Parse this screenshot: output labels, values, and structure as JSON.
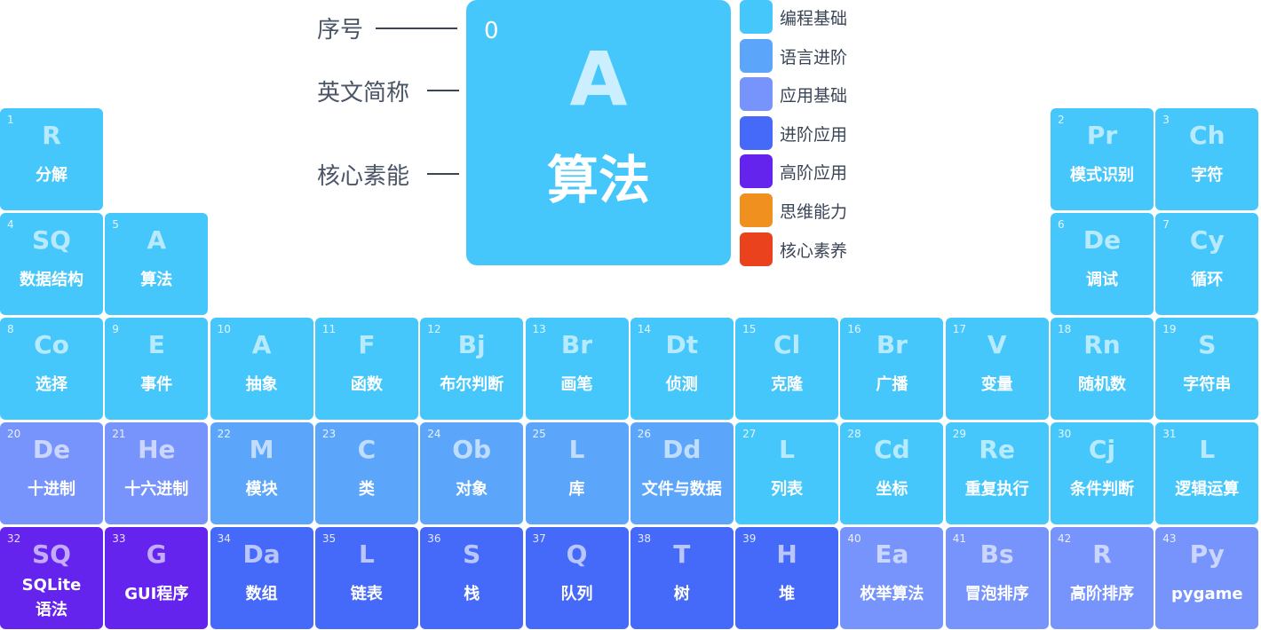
{
  "colors": {
    "c1": "#45c7fb",
    "c2": "#5ba6fb",
    "c3": "#7694fb",
    "c4": "#4569f8",
    "c5": "#6524ee",
    "c6": "#f0901f",
    "c7": "#ea421d"
  },
  "key": {
    "number_label": "序号",
    "symbol_label": "英文简称",
    "name_label": "核心素能",
    "number": "0",
    "symbol": "A",
    "name": "算法"
  },
  "legend": [
    {
      "label": "编程基础",
      "color": "c1"
    },
    {
      "label": "语言进阶",
      "color": "c2"
    },
    {
      "label": "应用基础",
      "color": "c3"
    },
    {
      "label": "进阶应用",
      "color": "c4"
    },
    {
      "label": "高阶应用",
      "color": "c5"
    },
    {
      "label": "思维能力",
      "color": "c6"
    },
    {
      "label": "核心素养",
      "color": "c7"
    }
  ],
  "elements": [
    {
      "n": "1",
      "s": "R",
      "name": "分解",
      "row": 0,
      "col": 0,
      "color": "c1"
    },
    {
      "n": "2",
      "s": "Pr",
      "name": "模式识别",
      "row": 0,
      "col": 10,
      "color": "c1"
    },
    {
      "n": "3",
      "s": "Ch",
      "name": "字符",
      "row": 0,
      "col": 11,
      "color": "c1"
    },
    {
      "n": "4",
      "s": "SQ",
      "name": "数据结构",
      "row": 1,
      "col": 0,
      "color": "c1"
    },
    {
      "n": "5",
      "s": "A",
      "name": "算法",
      "row": 1,
      "col": 1,
      "color": "c1"
    },
    {
      "n": "6",
      "s": "De",
      "name": "调试",
      "row": 1,
      "col": 10,
      "color": "c1"
    },
    {
      "n": "7",
      "s": "Cy",
      "name": "循环",
      "row": 1,
      "col": 11,
      "color": "c1"
    },
    {
      "n": "8",
      "s": "Co",
      "name": "选择",
      "row": 2,
      "col": 0,
      "color": "c1"
    },
    {
      "n": "9",
      "s": "E",
      "name": "事件",
      "row": 2,
      "col": 1,
      "color": "c1"
    },
    {
      "n": "10",
      "s": "A",
      "name": "抽象",
      "row": 2,
      "col": 2,
      "color": "c1"
    },
    {
      "n": "11",
      "s": "F",
      "name": "函数",
      "row": 2,
      "col": 3,
      "color": "c1"
    },
    {
      "n": "12",
      "s": "Bj",
      "name": "布尔判断",
      "row": 2,
      "col": 4,
      "color": "c1"
    },
    {
      "n": "13",
      "s": "Br",
      "name": "画笔",
      "row": 2,
      "col": 5,
      "color": "c1"
    },
    {
      "n": "14",
      "s": "Dt",
      "name": "侦测",
      "row": 2,
      "col": 6,
      "color": "c1"
    },
    {
      "n": "15",
      "s": "Cl",
      "name": "克隆",
      "row": 2,
      "col": 7,
      "color": "c1"
    },
    {
      "n": "16",
      "s": "Br",
      "name": "广播",
      "row": 2,
      "col": 8,
      "color": "c1"
    },
    {
      "n": "17",
      "s": "V",
      "name": "变量",
      "row": 2,
      "col": 9,
      "color": "c1"
    },
    {
      "n": "18",
      "s": "Rn",
      "name": "随机数",
      "row": 2,
      "col": 10,
      "color": "c1"
    },
    {
      "n": "19",
      "s": "S",
      "name": "字符串",
      "row": 2,
      "col": 11,
      "color": "c1"
    },
    {
      "n": "20",
      "s": "De",
      "name": "十进制",
      "row": 3,
      "col": 0,
      "color": "c3"
    },
    {
      "n": "21",
      "s": "He",
      "name": "十六进制",
      "row": 3,
      "col": 1,
      "color": "c3"
    },
    {
      "n": "22",
      "s": "M",
      "name": "模块",
      "row": 3,
      "col": 2,
      "color": "c2"
    },
    {
      "n": "23",
      "s": "C",
      "name": "类",
      "row": 3,
      "col": 3,
      "color": "c2"
    },
    {
      "n": "24",
      "s": "Ob",
      "name": "对象",
      "row": 3,
      "col": 4,
      "color": "c2"
    },
    {
      "n": "25",
      "s": "L",
      "name": "库",
      "row": 3,
      "col": 5,
      "color": "c2"
    },
    {
      "n": "26",
      "s": "Dd",
      "name": "文件与数据",
      "row": 3,
      "col": 6,
      "color": "c2"
    },
    {
      "n": "27",
      "s": "L",
      "name": "列表",
      "row": 3,
      "col": 7,
      "color": "c1"
    },
    {
      "n": "28",
      "s": "Cd",
      "name": "坐标",
      "row": 3,
      "col": 8,
      "color": "c1"
    },
    {
      "n": "29",
      "s": "Re",
      "name": "重复执行",
      "row": 3,
      "col": 9,
      "color": "c1"
    },
    {
      "n": "30",
      "s": "Cj",
      "name": "条件判断",
      "row": 3,
      "col": 10,
      "color": "c1"
    },
    {
      "n": "31",
      "s": "L",
      "name": "逻辑运算",
      "row": 3,
      "col": 11,
      "color": "c1"
    },
    {
      "n": "32",
      "s": "SQ",
      "name": "SQLite\n语法",
      "row": 4,
      "col": 0,
      "color": "c5"
    },
    {
      "n": "33",
      "s": "G",
      "name": "GUI程序",
      "row": 4,
      "col": 1,
      "color": "c5"
    },
    {
      "n": "34",
      "s": "Da",
      "name": "数组",
      "row": 4,
      "col": 2,
      "color": "c4"
    },
    {
      "n": "35",
      "s": "L",
      "name": "链表",
      "row": 4,
      "col": 3,
      "color": "c4"
    },
    {
      "n": "36",
      "s": "S",
      "name": "栈",
      "row": 4,
      "col": 4,
      "color": "c4"
    },
    {
      "n": "37",
      "s": "Q",
      "name": "队列",
      "row": 4,
      "col": 5,
      "color": "c4"
    },
    {
      "n": "38",
      "s": "T",
      "name": "树",
      "row": 4,
      "col": 6,
      "color": "c4"
    },
    {
      "n": "39",
      "s": "H",
      "name": "堆",
      "row": 4,
      "col": 7,
      "color": "c4"
    },
    {
      "n": "40",
      "s": "Ea",
      "name": "枚举算法",
      "row": 4,
      "col": 8,
      "color": "c3"
    },
    {
      "n": "41",
      "s": "Bs",
      "name": "冒泡排序",
      "row": 4,
      "col": 9,
      "color": "c3"
    },
    {
      "n": "42",
      "s": "R",
      "name": "高阶排序",
      "row": 4,
      "col": 10,
      "color": "c3"
    },
    {
      "n": "43",
      "s": "Py",
      "name": "pygame",
      "row": 4,
      "col": 11,
      "color": "c3"
    }
  ]
}
